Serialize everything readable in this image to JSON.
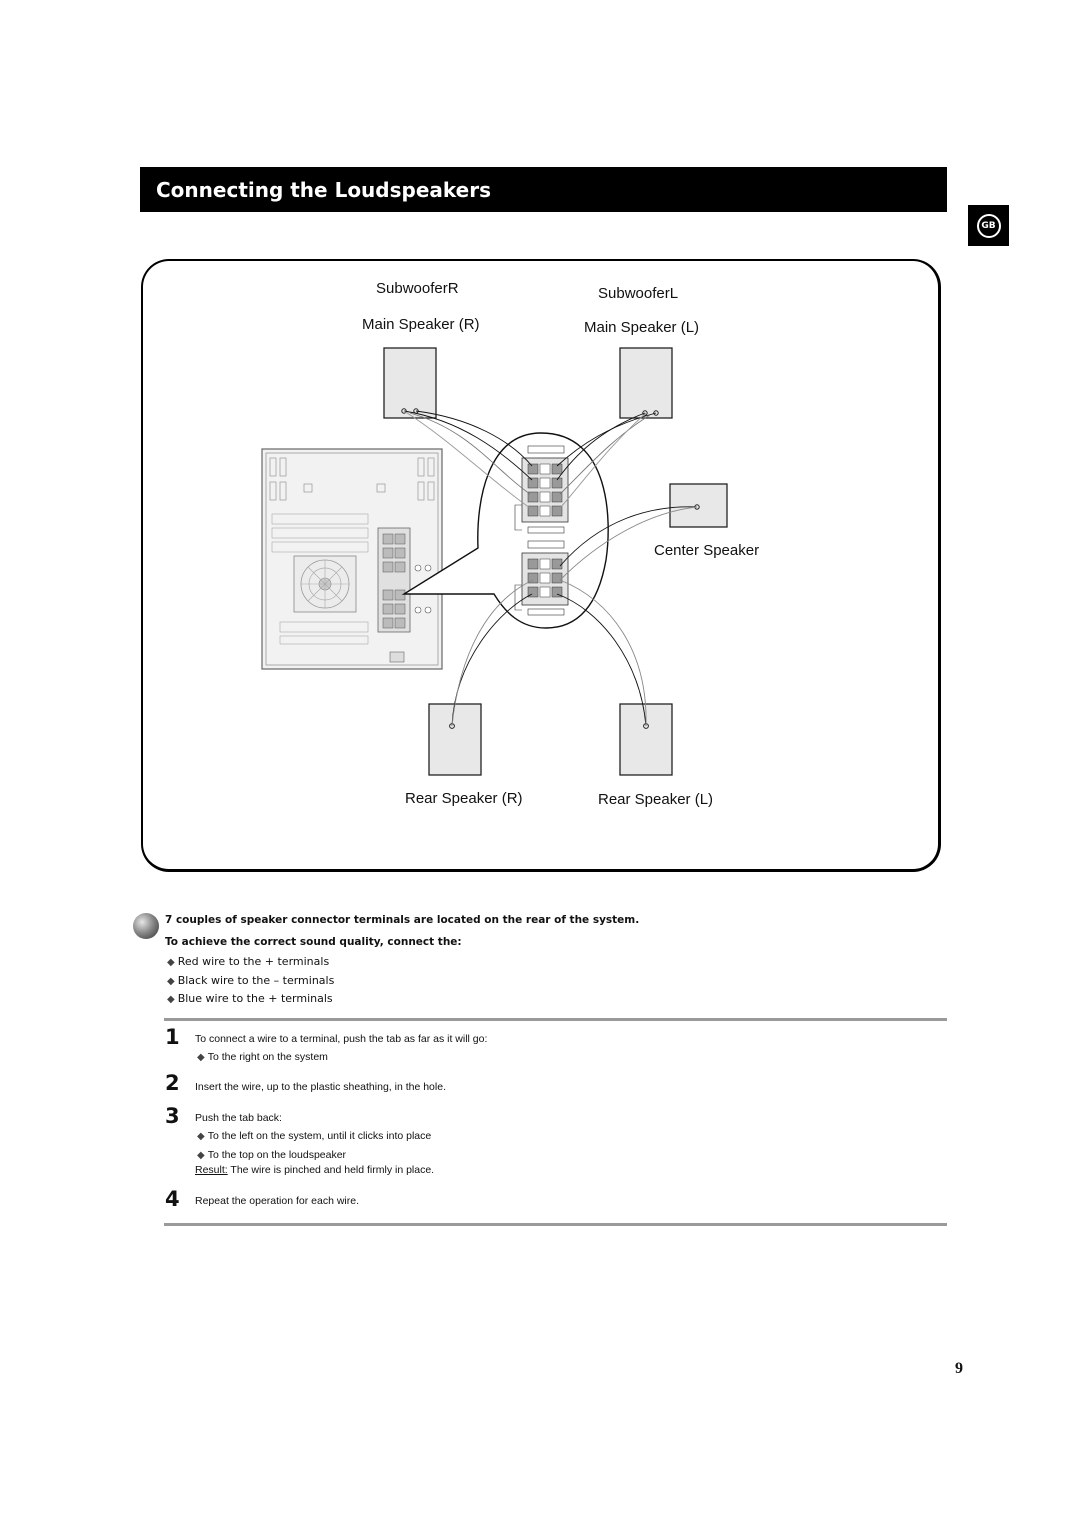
{
  "header": {
    "title": "Connecting the Loudspeakers",
    "language_badge": "GB"
  },
  "diagram": {
    "labels": {
      "subwoofer_r": "SubwooferR",
      "subwoofer_l": "SubwooferL",
      "main_speaker_r": "Main Speaker (R)",
      "main_speaker_l": "Main Speaker (L)",
      "center_speaker": "Center Speaker",
      "rear_speaker_r": "Rear Speaker (R)",
      "rear_speaker_l": "Rear Speaker (L)"
    }
  },
  "intro": {
    "line1": "7 couples of speaker connector terminals are located on the rear of the system.",
    "line2": "To achieve the correct sound quality, connect the:",
    "bullets": [
      "Red wire to the + terminals",
      "Black wire to the – terminals",
      "Blue wire to the + terminals"
    ]
  },
  "steps": [
    {
      "number": "1",
      "text": "To connect a wire to a terminal, push the tab as far as it will go:",
      "bullets": [
        "To the right on the system"
      ]
    },
    {
      "number": "2",
      "text": "Insert the wire, up to the plastic sheathing, in the hole.",
      "bullets": []
    },
    {
      "number": "3",
      "text": "Push the tab back:",
      "bullets": [
        "To the left on the system, until it clicks into place",
        "To the top on the loudspeaker"
      ],
      "result_label": "Result:",
      "result_text": " The wire is pinched and held firmly in place."
    },
    {
      "number": "4",
      "text": "Repeat the operation for each wire.",
      "bullets": []
    }
  ],
  "footer": {
    "page_number": "9"
  }
}
